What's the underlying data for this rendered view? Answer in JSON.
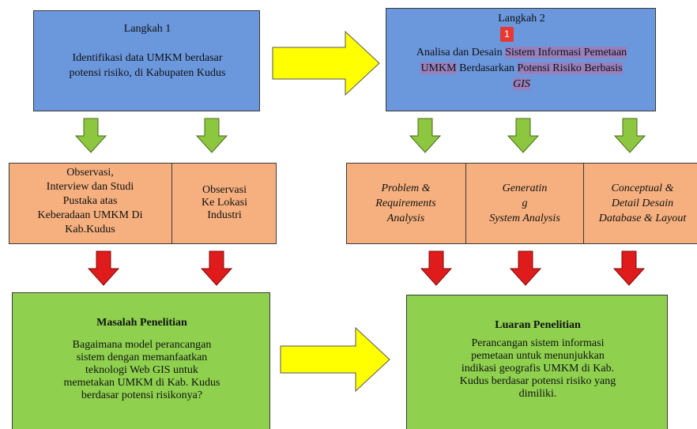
{
  "step1": {
    "title": "Langkah 1",
    "lines": [
      "Identifikasi data UMKM berdasar",
      "potensi risiko, di Kabupaten Kudus"
    ]
  },
  "step2": {
    "title": "Langkah 2",
    "badge": "1",
    "line1_plain": "Analisa dan Desain",
    "line1_hl": "Sistem Informasi Pemetaan",
    "line2_hl1": "UMKM",
    "line2_plain": "Berdasarkan",
    "line2_hl2": "Potensi Risiko Berbasis",
    "line3_hl": "GIS"
  },
  "left_methods": [
    {
      "lines": [
        "Observasi,",
        "Interview dan Studi",
        "Pustaka atas",
        "Keberadaan UMKM Di",
        "Kab.Kudus"
      ]
    },
    {
      "lines": [
        "Observasi",
        "Ke Lokasi",
        "Industri"
      ]
    }
  ],
  "right_methods": [
    {
      "lines": [
        "Problem &",
        "Requirements",
        "Analysis"
      ]
    },
    {
      "lines": [
        "Generatin",
        "g",
        "System Analysis"
      ]
    },
    {
      "lines": [
        "Conceptual &",
        "Detail Desain",
        "Database & Layout"
      ]
    }
  ],
  "problem": {
    "title": "Masalah Penelitian",
    "lines": [
      "Bagaimana  model  perancangan",
      "sistem dengan memanfaatkan",
      "teknologi Web GIS   untuk",
      "memetakan UMKM  di  Kab. Kudus",
      "berdasar potensi risikonya?"
    ]
  },
  "output": {
    "title": "Luaran Penelitian",
    "lines": [
      "Perancangan  sistem informasi",
      "pemetaan   untuk  menunjukkan",
      "indikasi geografis UMKM di Kab.",
      "Kudus berdasar potensi risiko yang",
      "dimiliki."
    ]
  },
  "colors": {
    "blue": "#6b97dd",
    "orange": "#f6b07f",
    "green": "#8fd14f",
    "arrow_green": "#8dc63f",
    "arrow_red": "#e01b1b",
    "arrow_yellow": "#ffff00"
  }
}
